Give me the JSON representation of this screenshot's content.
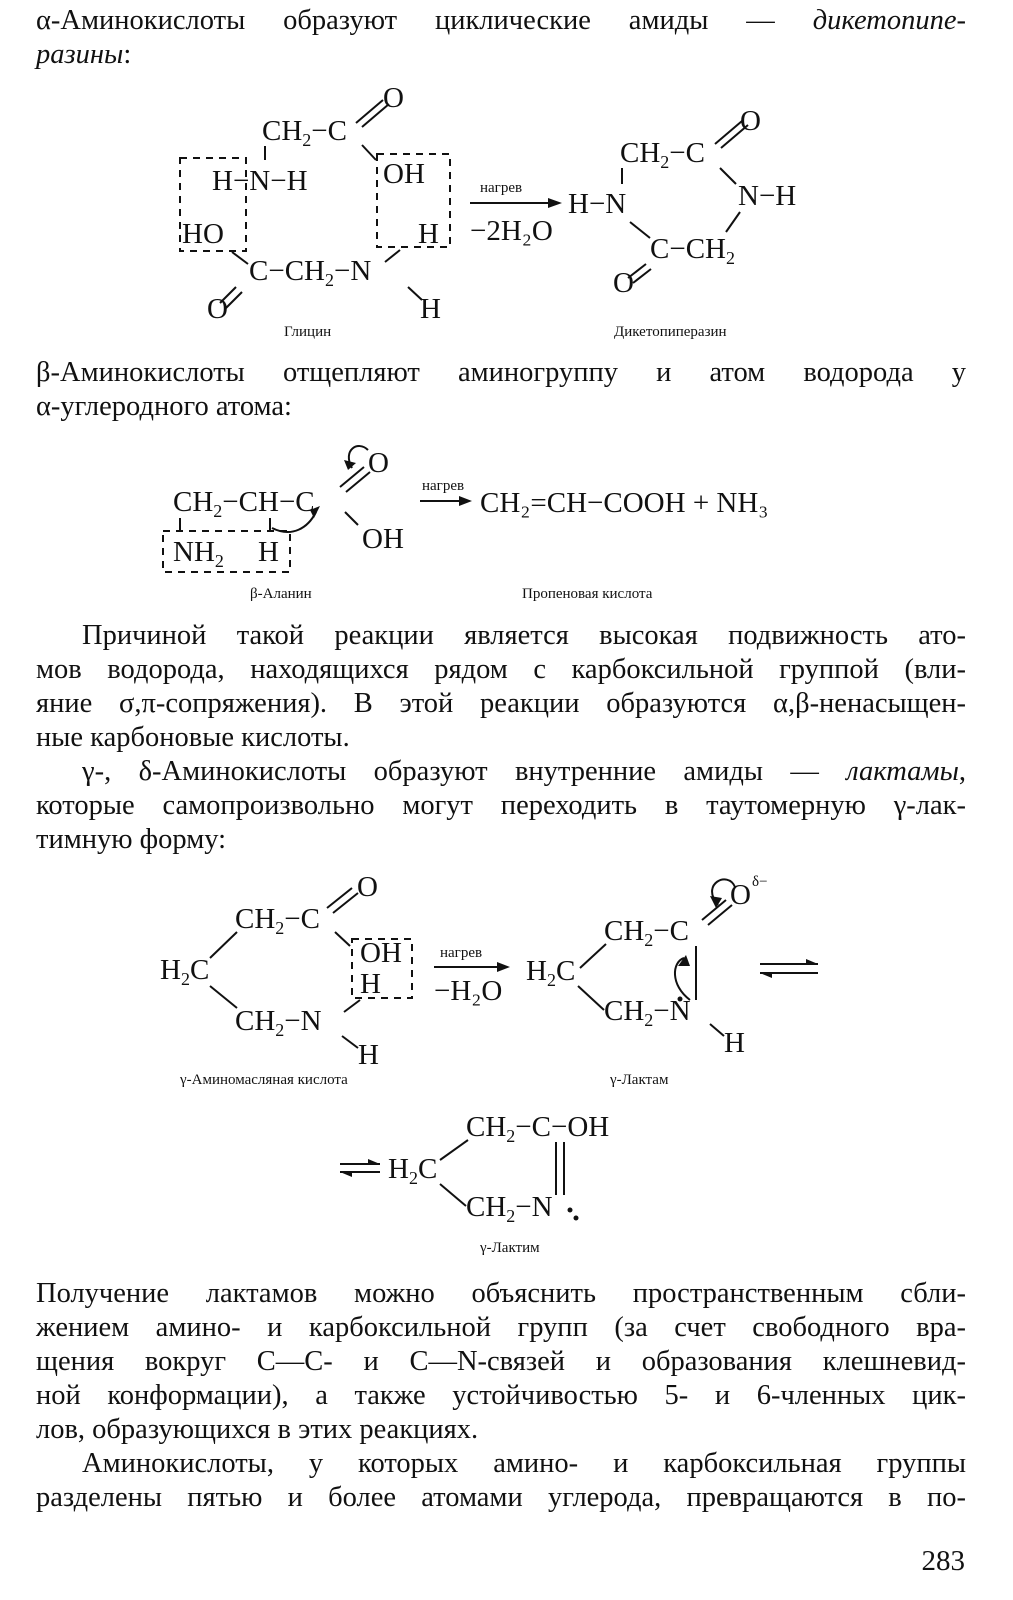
{
  "p1": {
    "line1_a": "α-Аминокислоты образуют циклические амиды — ",
    "line1_b": "дикетопипе-",
    "line2": "разины",
    "line2_tail": ":"
  },
  "scheme1": {
    "arrow_top": "нагрев",
    "arrow_bottom": "−2H₂O",
    "label_left": "Глицин",
    "label_right": "Дикетопиперазин"
  },
  "p2": {
    "line1": "β-Аминокислоты отщепляют аминогруппу и атом водорода у",
    "line2": "α-углеродного атома:"
  },
  "scheme2": {
    "arrow_top": "нагрев",
    "product": "CH₂=CH−COOH + NH₃",
    "label_left": "β-Аланин",
    "label_right": "Пропеновая кислота"
  },
  "p3": {
    "line1": "Причиной такой реакции является высокая подвижность ато-",
    "line2": "мов водорода, находящихся рядом с карбоксильной группой (вли-",
    "line3": "яние σ,π-сопряжения). В этой реакции образуются α,β-ненасыщен-",
    "line4": "ные карбоновые кислоты."
  },
  "p4": {
    "line1_a": "γ-, δ-Аминокислоты образуют внутренние амиды — ",
    "line1_b": "лактамы",
    "line1_c": ",",
    "line2": "которые самопроизвольно могут переходить в таутомерную γ-лак-",
    "line3": "тимную форму:"
  },
  "scheme3": {
    "arrow_top": "нагрев",
    "arrow_bottom": "−H₂O",
    "label_left": "γ-Аминомасляная кислота",
    "label_mid": "γ-Лактам",
    "label_bottom": "γ-Лактим",
    "delta": "δ−"
  },
  "p5": {
    "line1": "Получение лактамов можно объяснить пространственным сбли-",
    "line2": "жением амино- и карбоксильной групп (за счет свободного вра-",
    "line3": "щения вокруг C—C- и C—N-связей и образования клешневид-",
    "line4": "ной конформации), а также устойчивостью 5- и 6-членных цик-",
    "line5": "лов, образующихся в этих реакциях."
  },
  "p6": {
    "line1": "Аминокислоты, у которых амино- и карбоксильная группы",
    "line2": "разделены пятью и более атомами углерода, превращаются в по-"
  },
  "page_number": "283"
}
